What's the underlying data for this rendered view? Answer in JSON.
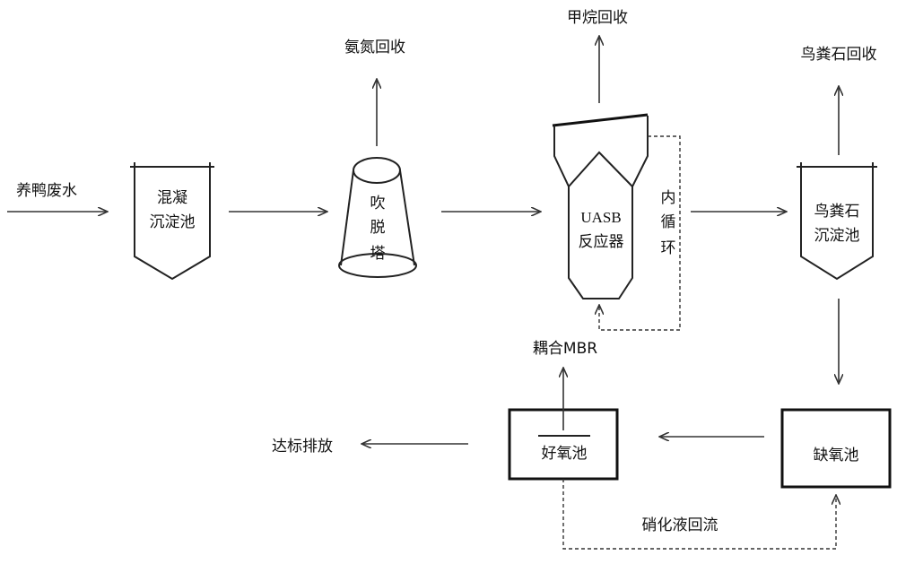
{
  "labels": {
    "input": "养鸭废水",
    "coag_line1": "混凝",
    "coag_line2": "沉淀池",
    "strip_1": "吹",
    "strip_2": "脱",
    "strip_3": "塔",
    "ammonia": "氨氮回收",
    "methane": "甲烷回收",
    "uasb_line1": "UASB",
    "uasb_line2": "反应器",
    "circ_1": "内",
    "circ_2": "循",
    "circ_3": "环",
    "struvite_recovery": "鸟粪石回收",
    "struvite_line1": "鸟粪石",
    "struvite_line2": "沉淀池",
    "anoxic": "缺氧池",
    "aerobic": "好氧池",
    "mbr": "耦合MBR",
    "discharge": "达标排放",
    "nitrate_return": "硝化液回流"
  }
}
